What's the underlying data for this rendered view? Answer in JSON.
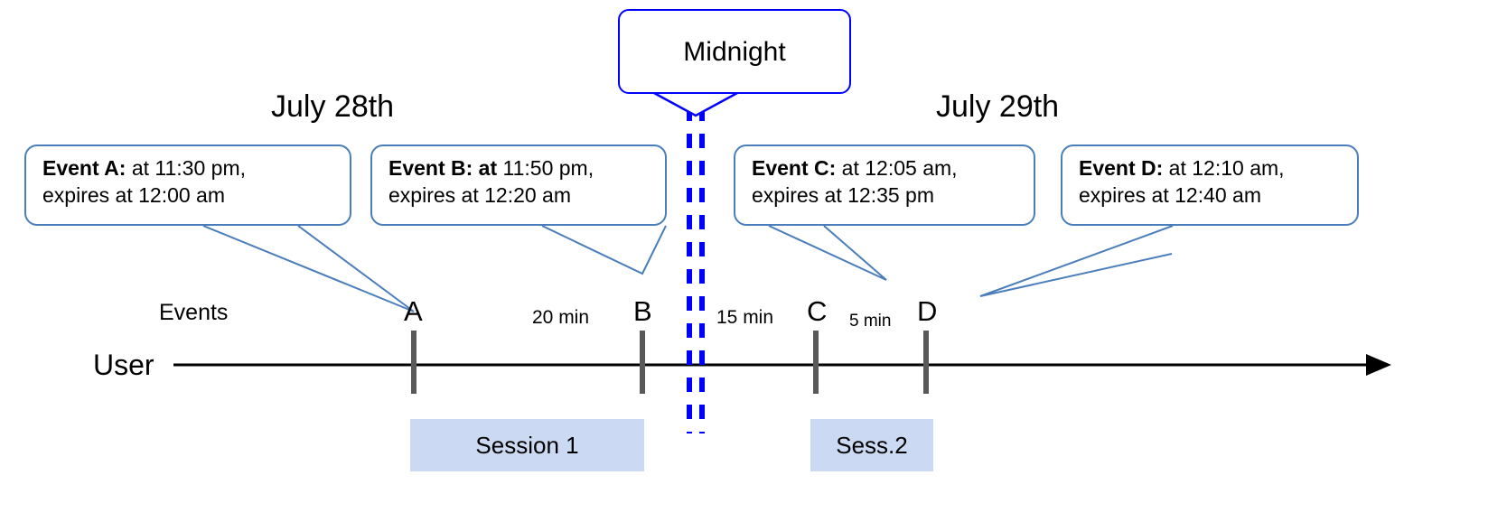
{
  "diagram": {
    "title_midnight": "Midnight",
    "dates": [
      {
        "label": "July 28th"
      },
      {
        "label": "July 29th"
      }
    ],
    "row_labels": {
      "events": "Events",
      "user": "User"
    },
    "callouts": [
      {
        "id": "event-a",
        "bold": "Event A:",
        "rest": " at 11:30 pm,",
        "line2": "expires at 12:00 am"
      },
      {
        "id": "event-b",
        "bold": "Event B: at",
        "rest": " 11:50 pm,",
        "line2": "expires at 12:20 am"
      },
      {
        "id": "event-c",
        "bold": "Event C:",
        "rest": " at 12:05 am,",
        "line2": "expires at 12:35 pm"
      },
      {
        "id": "event-d",
        "bold": "Event D:",
        "rest": "  at 12:10 am,",
        "line2": "expires at 12:40 am"
      }
    ],
    "events": [
      {
        "letter": "A"
      },
      {
        "letter": "B"
      },
      {
        "letter": "C"
      },
      {
        "letter": "D"
      }
    ],
    "gaps": [
      {
        "label": "20 min"
      },
      {
        "label": "15 min"
      },
      {
        "label": "5 min"
      }
    ],
    "sessions": [
      {
        "label": "Session 1"
      },
      {
        "label": "Sess.2"
      }
    ],
    "colors": {
      "callout_border": "#4a7ebb",
      "midnight_border": "#0000ff",
      "midnight_dash": "#0000ff",
      "session_fill": "#ccd9f2",
      "tick": "#595959",
      "axis": "#000000"
    }
  }
}
